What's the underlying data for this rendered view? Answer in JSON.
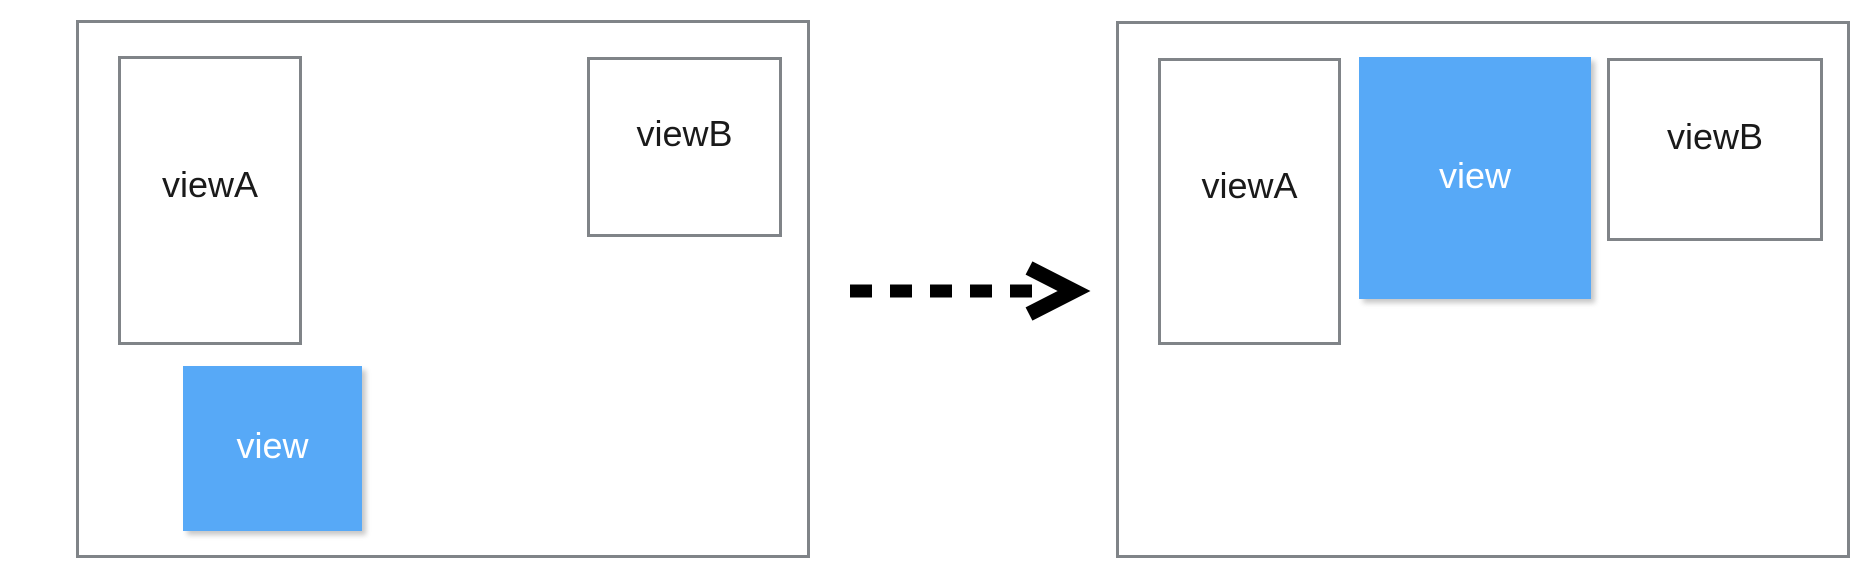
{
  "diagram": {
    "type": "before-after-layout-diagram",
    "colors": {
      "outline": "#808488",
      "highlight": "#57a9f7",
      "label_dark": "#1a1a1a",
      "label_light": "#ffffff",
      "background": "#ffffff",
      "arrow": "#000000"
    },
    "panels": [
      {
        "id": "before",
        "name": "before-panel",
        "boxes": [
          {
            "id": "before-viewA",
            "label": "viewA",
            "style": "outline"
          },
          {
            "id": "before-viewB",
            "label": "viewB",
            "style": "outline"
          },
          {
            "id": "before-view",
            "label": "view",
            "style": "highlight"
          }
        ]
      },
      {
        "id": "after",
        "name": "after-panel",
        "boxes": [
          {
            "id": "after-viewA",
            "label": "viewA",
            "style": "outline"
          },
          {
            "id": "after-view",
            "label": "view",
            "style": "highlight"
          },
          {
            "id": "after-viewB",
            "label": "viewB",
            "style": "outline"
          }
        ]
      }
    ],
    "arrow": {
      "name": "dashed-arrow-right",
      "style": "dashed",
      "direction": "right"
    }
  }
}
